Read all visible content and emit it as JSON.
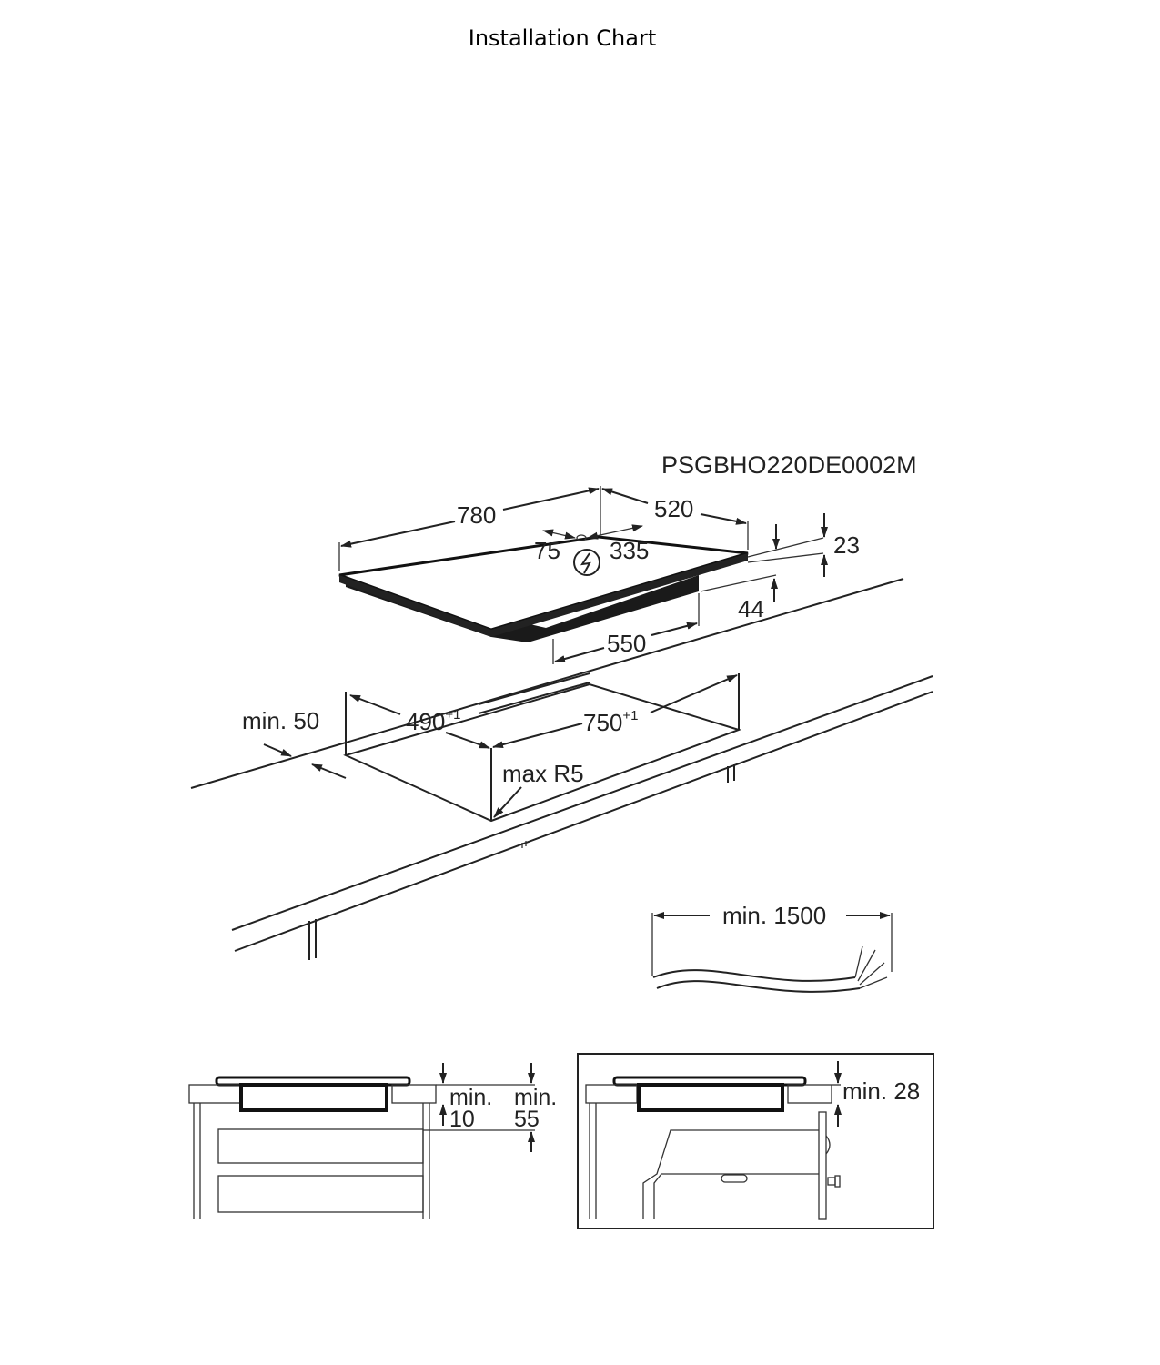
{
  "page": {
    "title": "Installation Chart"
  },
  "diagram": {
    "code": "PSGBHO220DE0002M",
    "hob": {
      "width": "780",
      "depth": "520",
      "cable_offset_left": "75",
      "cable_offset_right": "335",
      "top_thickness": "23",
      "box_height": "44",
      "box_width": "550"
    },
    "cutout": {
      "min_edge": "min. 50",
      "depth": "490",
      "depth_tol": "+1",
      "width": "750",
      "width_tol": "+1",
      "radius": "max R5"
    },
    "cable": {
      "length": "min. 1500"
    },
    "section_drawers": {
      "min_a_label": "min.",
      "min_a_value": "10",
      "min_b_label": "min.",
      "min_b_value": "55"
    },
    "section_oven": {
      "min_label": "min. 28"
    }
  }
}
